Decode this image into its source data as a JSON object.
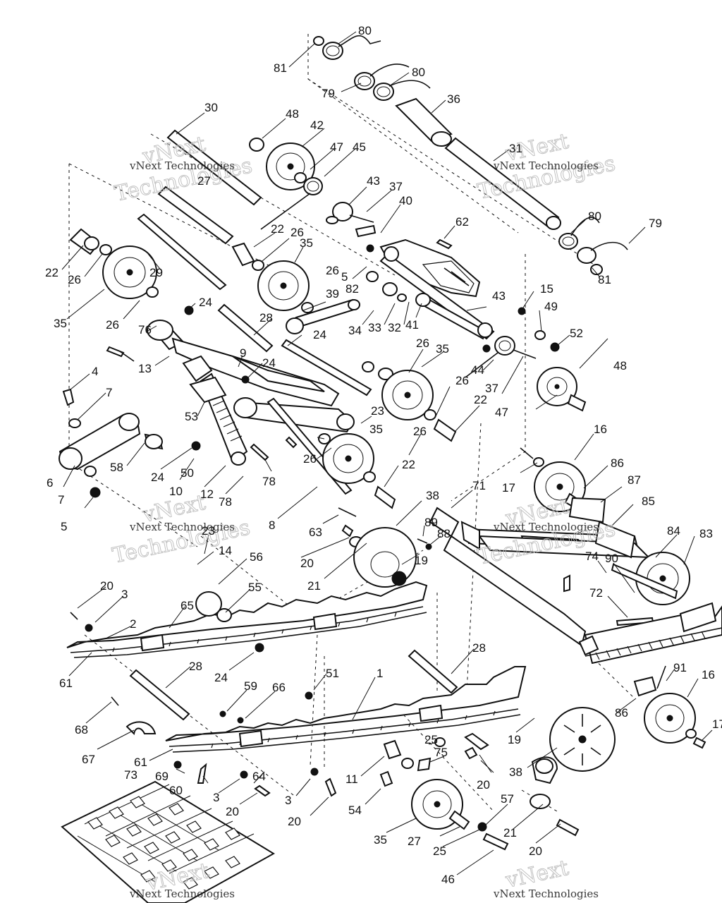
{
  "watermark": {
    "line1": "vNext",
    "line2": "Technologies",
    "small": "vNext Technologies"
  },
  "callouts": [
    {
      "id": "c80a",
      "text": "80"
    },
    {
      "id": "c81a",
      "text": "81"
    },
    {
      "id": "c80b",
      "text": "80"
    },
    {
      "id": "c79a",
      "text": "79"
    },
    {
      "id": "c36",
      "text": "36"
    },
    {
      "id": "c30",
      "text": "30"
    },
    {
      "id": "c48a",
      "text": "48"
    },
    {
      "id": "c42",
      "text": "42"
    },
    {
      "id": "c47a",
      "text": "47"
    },
    {
      "id": "c45",
      "text": "45"
    },
    {
      "id": "c31",
      "text": "31"
    },
    {
      "id": "c27a",
      "text": "27"
    },
    {
      "id": "c43a",
      "text": "43"
    },
    {
      "id": "c37a",
      "text": "37"
    },
    {
      "id": "c40",
      "text": "40"
    },
    {
      "id": "c22a",
      "text": "22"
    },
    {
      "id": "c26a",
      "text": "26"
    },
    {
      "id": "c62",
      "text": "62"
    },
    {
      "id": "c80c",
      "text": "80"
    },
    {
      "id": "c79b",
      "text": "79"
    },
    {
      "id": "c22b",
      "text": "22"
    },
    {
      "id": "c26b",
      "text": "26"
    },
    {
      "id": "c29",
      "text": "29"
    },
    {
      "id": "c35a",
      "text": "35"
    },
    {
      "id": "c5a",
      "text": "5"
    },
    {
      "id": "c26c",
      "text": "26"
    },
    {
      "id": "c82",
      "text": "82"
    },
    {
      "id": "c81b",
      "text": "81"
    },
    {
      "id": "c26d",
      "text": "26"
    },
    {
      "id": "c35b",
      "text": "35"
    },
    {
      "id": "c24a",
      "text": "24"
    },
    {
      "id": "c39",
      "text": "39"
    },
    {
      "id": "c43b",
      "text": "43"
    },
    {
      "id": "c15",
      "text": "15"
    },
    {
      "id": "c28a",
      "text": "28"
    },
    {
      "id": "c49",
      "text": "49"
    },
    {
      "id": "c76",
      "text": "76"
    },
    {
      "id": "c24b",
      "text": "24"
    },
    {
      "id": "c34",
      "text": "34"
    },
    {
      "id": "c33",
      "text": "33"
    },
    {
      "id": "c32",
      "text": "32"
    },
    {
      "id": "c41",
      "text": "41"
    },
    {
      "id": "c52",
      "text": "52"
    },
    {
      "id": "c13",
      "text": "13"
    },
    {
      "id": "c9",
      "text": "9"
    },
    {
      "id": "c26e",
      "text": "26"
    },
    {
      "id": "c35c",
      "text": "35"
    },
    {
      "id": "c48b",
      "text": "48"
    },
    {
      "id": "c4",
      "text": "4"
    },
    {
      "id": "c24c",
      "text": "24"
    },
    {
      "id": "c44",
      "text": "44"
    },
    {
      "id": "c7a",
      "text": "7"
    },
    {
      "id": "c26f",
      "text": "26"
    },
    {
      "id": "c37b",
      "text": "37"
    },
    {
      "id": "c53",
      "text": "53"
    },
    {
      "id": "c23a",
      "text": "23"
    },
    {
      "id": "c22c",
      "text": "22"
    },
    {
      "id": "c47b",
      "text": "47"
    },
    {
      "id": "c35d",
      "text": "35"
    },
    {
      "id": "c26g",
      "text": "26"
    },
    {
      "id": "c16a",
      "text": "16"
    },
    {
      "id": "c58",
      "text": "58"
    },
    {
      "id": "c24d",
      "text": "24"
    },
    {
      "id": "c26h",
      "text": "26"
    },
    {
      "id": "c22d",
      "text": "22"
    },
    {
      "id": "c17a",
      "text": "17"
    },
    {
      "id": "c86a",
      "text": "86"
    },
    {
      "id": "c50",
      "text": "50"
    },
    {
      "id": "c6",
      "text": "6"
    },
    {
      "id": "c10",
      "text": "10"
    },
    {
      "id": "c12",
      "text": "12"
    },
    {
      "id": "c78a",
      "text": "78"
    },
    {
      "id": "c87",
      "text": "87"
    },
    {
      "id": "c7b",
      "text": "7"
    },
    {
      "id": "c78b",
      "text": "78"
    },
    {
      "id": "c71",
      "text": "71"
    },
    {
      "id": "c85",
      "text": "85"
    },
    {
      "id": "c38a",
      "text": "38"
    },
    {
      "id": "c5b",
      "text": "5"
    },
    {
      "id": "c8",
      "text": "8"
    },
    {
      "id": "c63",
      "text": "63"
    },
    {
      "id": "c89",
      "text": "89"
    },
    {
      "id": "c88",
      "text": "88"
    },
    {
      "id": "c84",
      "text": "84"
    },
    {
      "id": "c83",
      "text": "83"
    },
    {
      "id": "c23b",
      "text": "23"
    },
    {
      "id": "c14",
      "text": "14"
    },
    {
      "id": "c20a",
      "text": "20"
    },
    {
      "id": "c19a",
      "text": "19"
    },
    {
      "id": "c74",
      "text": "74"
    },
    {
      "id": "c90",
      "text": "90"
    },
    {
      "id": "c56",
      "text": "56"
    },
    {
      "id": "c21a",
      "text": "21"
    },
    {
      "id": "c20b",
      "text": "20"
    },
    {
      "id": "c3a",
      "text": "3"
    },
    {
      "id": "c55",
      "text": "55"
    },
    {
      "id": "c72",
      "text": "72"
    },
    {
      "id": "c65",
      "text": "65"
    },
    {
      "id": "c2",
      "text": "2"
    },
    {
      "id": "c61a",
      "text": "61"
    },
    {
      "id": "c24e",
      "text": "24"
    },
    {
      "id": "c28b",
      "text": "28"
    },
    {
      "id": "c28c",
      "text": "28"
    },
    {
      "id": "c51",
      "text": "51"
    },
    {
      "id": "c1",
      "text": "1"
    },
    {
      "id": "c91",
      "text": "91"
    },
    {
      "id": "c16b",
      "text": "16"
    },
    {
      "id": "c59",
      "text": "59"
    },
    {
      "id": "c66",
      "text": "66"
    },
    {
      "id": "c68",
      "text": "68"
    },
    {
      "id": "c86b",
      "text": "86"
    },
    {
      "id": "c17b",
      "text": "17"
    },
    {
      "id": "c67",
      "text": "67"
    },
    {
      "id": "c19b",
      "text": "19"
    },
    {
      "id": "c25a",
      "text": "25"
    },
    {
      "id": "c75",
      "text": "75"
    },
    {
      "id": "c61b",
      "text": "61"
    },
    {
      "id": "c69",
      "text": "69"
    },
    {
      "id": "c11",
      "text": "11"
    },
    {
      "id": "c38b",
      "text": "38"
    },
    {
      "id": "c60",
      "text": "60"
    },
    {
      "id": "c64",
      "text": "64"
    },
    {
      "id": "c20c",
      "text": "20"
    },
    {
      "id": "c73",
      "text": "73"
    },
    {
      "id": "c3b",
      "text": "3"
    },
    {
      "id": "c3c",
      "text": "3"
    },
    {
      "id": "c20d",
      "text": "20"
    },
    {
      "id": "c54",
      "text": "54"
    },
    {
      "id": "c20e",
      "text": "20"
    },
    {
      "id": "c57",
      "text": "57"
    },
    {
      "id": "c21b",
      "text": "21"
    },
    {
      "id": "c35e",
      "text": "35"
    },
    {
      "id": "c27b",
      "text": "27"
    },
    {
      "id": "c25b",
      "text": "25"
    },
    {
      "id": "c20f",
      "text": "20"
    },
    {
      "id": "c46",
      "text": "46"
    }
  ]
}
